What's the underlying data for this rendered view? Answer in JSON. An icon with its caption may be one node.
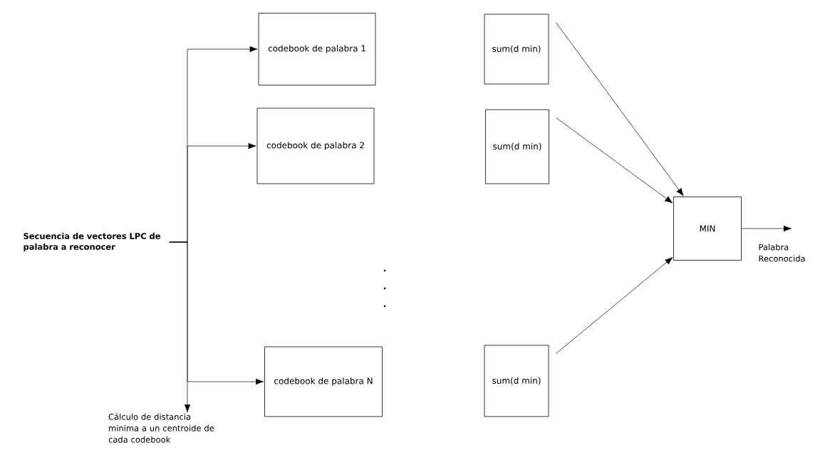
{
  "diagram": {
    "nodes": [
      {
        "text": [
          "Secuencia de vectores LPC de palabra a reconocer"
        ]
      },
      {
        "text": [
          "codebook de palabra 1"
        ]
      },
      {
        "text": [
          "sum(d min)"
        ]
      },
      {
        "text": [
          "codebook de palabra 2"
        ]
      },
      {
        "text": [
          "sum(d min)"
        ]
      },
      {
        "text": [
          "codebook de palabra N"
        ]
      },
      {
        "text": [
          "sum(d min)"
        ]
      },
      {
        "text": [
          "MIN"
        ]
      },
      {
        "text": [
          "Cálculo de distancia minima a un centroide de cada codebook"
        ]
      },
      {
        "text": [
          "Palabra Reconocida"
        ]
      }
    ],
    "edges": [
      {
        "from": 0,
        "to": 1,
        "arrow": "to"
      },
      {
        "from": 0,
        "to": 3,
        "arrow": "to"
      },
      {
        "from": 0,
        "to": 5,
        "arrow": "to"
      },
      {
        "from": 0,
        "to": 8,
        "arrow": "to"
      },
      {
        "from": 2,
        "to": 7,
        "arrow": "to"
      },
      {
        "from": 4,
        "to": 7,
        "arrow": "to"
      },
      {
        "from": 6,
        "to": 7,
        "arrow": "to"
      },
      {
        "from": 7,
        "to": 9,
        "arrow": "to"
      }
    ]
  }
}
